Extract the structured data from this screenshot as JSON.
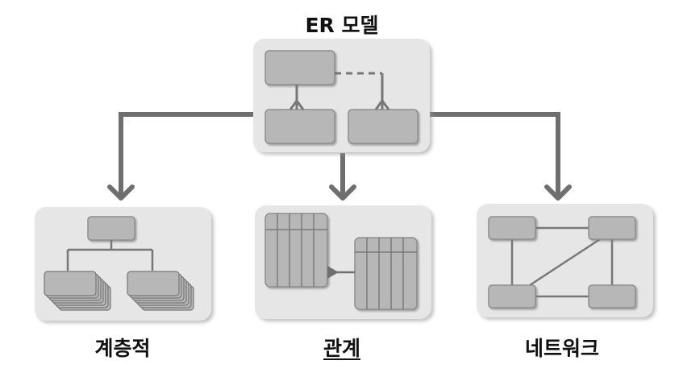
{
  "diagram": {
    "top_label": "ER 모델",
    "children": [
      {
        "label": "계층적",
        "underlined": false
      },
      {
        "label": "관계",
        "underlined": true
      },
      {
        "label": "네트워크",
        "underlined": false
      }
    ]
  },
  "colors": {
    "panel_fill": "#e6e6e6",
    "panel_shadow": "#c4c4c4",
    "box_fill": "#b7b7b7",
    "box_border": "#8e8e8e",
    "connector": "#6f6f6f",
    "text": "#111111"
  }
}
